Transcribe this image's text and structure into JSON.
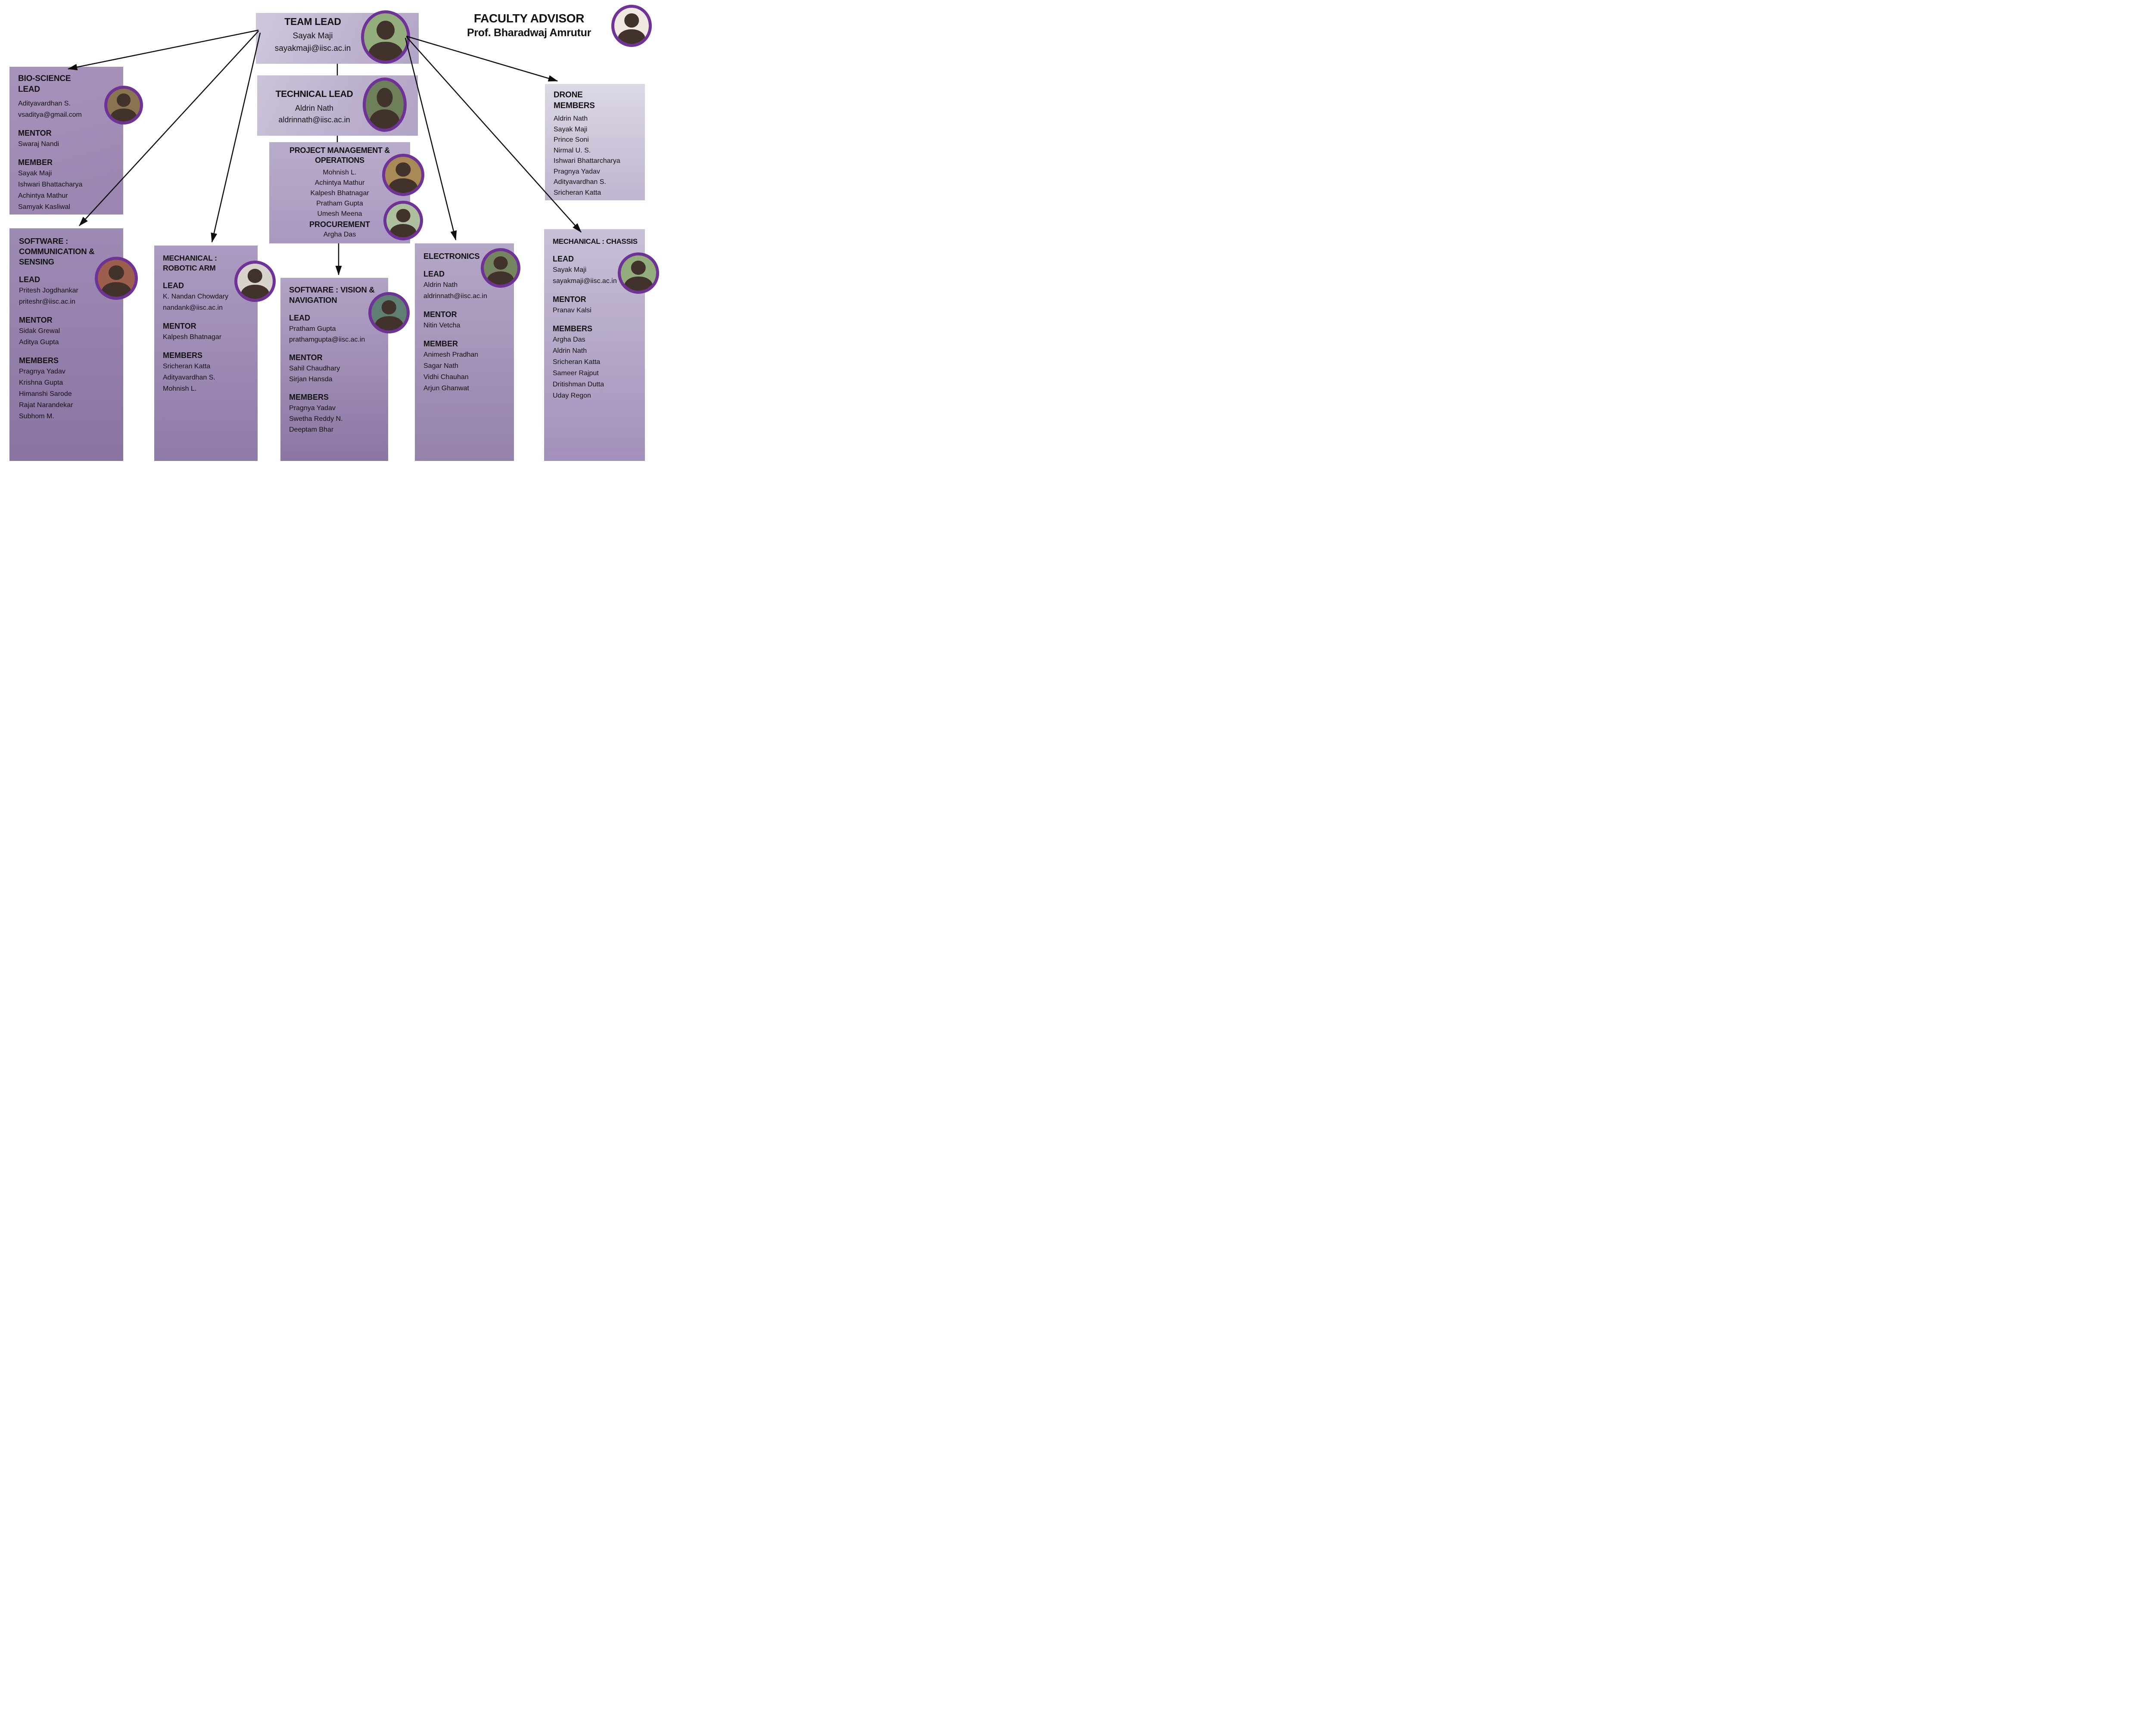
{
  "page": {
    "background": "#ffffff"
  },
  "colors": {
    "photo_ring": "#6f3296",
    "text": "#121212",
    "arrow": "#0d0d0d"
  },
  "team_lead": {
    "title": "TEAM LEAD",
    "name": "Sayak Maji",
    "email": "sayakmaji@iisc.ac.in"
  },
  "faculty_advisor": {
    "title": "FACULTY ADVISOR",
    "name": "Prof. Bharadwaj Amrutur"
  },
  "technical_lead": {
    "title": "TECHNICAL  LEAD",
    "name": "Aldrin Nath",
    "email": "aldrinnath@iisc.ac.in"
  },
  "pm_ops": {
    "title": "PROJECT MANAGEMENT & OPERATIONS",
    "names": [
      "Mohnish L.",
      "Achintya Mathur",
      "Kalpesh Bhatnagar",
      "Pratham Gupta",
      "Umesh Meena"
    ],
    "procurement_title": "PROCUREMENT",
    "procurement_names": [
      "Argha Das"
    ]
  },
  "bio_science": {
    "title": "BIO-SCIENCE LEAD",
    "sections": [
      {
        "heading": "",
        "lines": [
          "Adityavardhan S.",
          "vsaditya@gmail.com"
        ]
      },
      {
        "heading": "MENTOR",
        "lines": [
          "Swaraj Nandi"
        ]
      },
      {
        "heading": "MEMBER",
        "lines": [
          "Sayak Maji",
          "Ishwari Bhattacharya",
          "Achintya Mathur",
          "Samyak Kasliwal"
        ]
      }
    ]
  },
  "drone": {
    "title": "DRONE MEMBERS",
    "members": [
      "Aldrin Nath",
      "Sayak Maji",
      "Prince Soni",
      "Nirmal U. S.",
      "Ishwari Bhattarcharya",
      "Pragnya Yadav",
      "Adityavardhan S.",
      "Sricheran Katta"
    ]
  },
  "sw_comm": {
    "title": "SOFTWARE : COMMUNICATION & SENSING",
    "sections": [
      {
        "heading": "LEAD",
        "lines": [
          "Pritesh Jogdhankar",
          "priteshr@iisc.ac.in"
        ]
      },
      {
        "heading": "MENTOR",
        "lines": [
          "Sidak Grewal",
          "Aditya Gupta"
        ]
      },
      {
        "heading": "MEMBERS",
        "lines": [
          "Pragnya Yadav",
          "Krishna Gupta",
          "Himanshi Sarode",
          "Rajat Narandekar",
          "Subhom M."
        ]
      }
    ]
  },
  "robotic_arm": {
    "title": "MECHANICAL : ROBOTIC ARM",
    "sections": [
      {
        "heading": "LEAD",
        "lines": [
          "K. Nandan Chowdary",
          "nandank@iisc.ac.in"
        ]
      },
      {
        "heading": "MENTOR",
        "lines": [
          "Kalpesh Bhatnagar"
        ]
      },
      {
        "heading": "MEMBERS",
        "lines": [
          "Sricheran Katta",
          "Adityavardhan S.",
          "Mohnish L."
        ]
      }
    ]
  },
  "vision_nav": {
    "title": "SOFTWARE : VISION & NAVIGATION",
    "sections": [
      {
        "heading": "LEAD",
        "lines": [
          "Pratham Gupta",
          "prathamgupta@iisc.ac.in"
        ]
      },
      {
        "heading": "MENTOR",
        "lines": [
          "Sahil Chaudhary",
          "Sirjan Hansda"
        ]
      },
      {
        "heading": "MEMBERS",
        "lines": [
          "Pragnya Yadav",
          "Swetha Reddy N.",
          "Deeptam Bhar"
        ]
      }
    ]
  },
  "electronics": {
    "title": "ELECTRONICS",
    "sections": [
      {
        "heading": "LEAD",
        "lines": [
          "Aldrin Nath",
          "aldrinnath@iisc.ac.in"
        ]
      },
      {
        "heading": "MENTOR",
        "lines": [
          "Nitin Vetcha"
        ]
      },
      {
        "heading": "MEMBER",
        "lines": [
          "Animesh Pradhan",
          "Sagar Nath",
          "Vidhi Chauhan",
          "Arjun Ghanwat"
        ]
      }
    ]
  },
  "chassis": {
    "title": "MECHANICAL : CHASSIS",
    "sections": [
      {
        "heading": "LEAD",
        "lines": [
          "Sayak Maji",
          "sayakmaji@iisc.ac.in"
        ]
      },
      {
        "heading": "MENTOR",
        "lines": [
          "Pranav Kalsi"
        ]
      },
      {
        "heading": "MEMBERS",
        "lines": [
          "Argha Das",
          "Aldrin Nath",
          "Sricheran Katta",
          "Sameer Rajput",
          "Dritishman Dutta",
          "Uday Regon"
        ]
      }
    ]
  },
  "avatars": {
    "team_lead": "#93ad7c",
    "faculty_advisor": "#f0e9e2",
    "bio_science": "#8a7350",
    "technical_lead": "#6d8059",
    "pm_ops_1": "#a98a56",
    "pm_ops_2": "#aebfa0",
    "sw_comm": "#9c5f4e",
    "robotic_arm": "#d8d3cc",
    "vision_nav": "#5e7f72",
    "electronics": "#74855f",
    "chassis": "#93ad7c"
  }
}
